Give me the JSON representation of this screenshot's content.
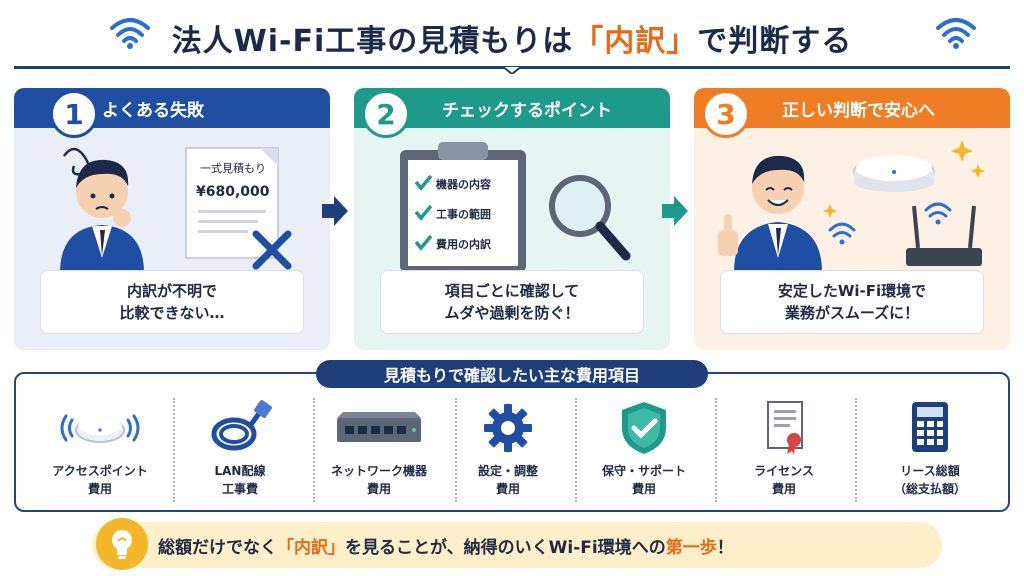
{
  "header": {
    "title_pre": "法人Wi-Fi工事の見積もりは",
    "title_hl": "「内訳」",
    "title_post": "で判断する"
  },
  "steps": [
    {
      "number": "1",
      "heading": "よくある失敗",
      "caption": [
        "内訳が不明で",
        "比較できない…"
      ],
      "color": "#1f4fa3",
      "bg": "#e9eef7"
    },
    {
      "number": "2",
      "heading": "チェックするポイント",
      "caption": [
        "項目ごとに確認して",
        "ムダや過剰を防ぐ！"
      ],
      "color": "#1d9a8c",
      "bg": "#e7f5f2"
    },
    {
      "number": "3",
      "heading": "正しい判断で安心へ",
      "caption": [
        "安定したWi-Fi環境で",
        "業務がスムーズに！"
      ],
      "color": "#ee7d23",
      "bg": "#fdf0e4"
    }
  ],
  "estimate_doc": {
    "title": "一式見積もり",
    "amount": "¥680,000"
  },
  "checklist": [
    "機器の内容",
    "工事の範囲",
    "費用の内訳"
  ],
  "cost_section": {
    "title": "見積もりで確認したい主な費用項目",
    "items": [
      {
        "line1": "アクセスポイント",
        "line2": "費用",
        "icon": "access-point-icon"
      },
      {
        "line1": "LAN配線",
        "line2": "工事費",
        "icon": "lan-cable-icon"
      },
      {
        "line1": "ネットワーク機器",
        "line2": "費用",
        "icon": "network-switch-icon"
      },
      {
        "line1": "設定・調整",
        "line2": "費用",
        "icon": "gear-icon"
      },
      {
        "line1": "保守・サポート",
        "line2": "費用",
        "icon": "shield-check-icon"
      },
      {
        "line1": "ライセンス",
        "line2": "費用",
        "icon": "certificate-icon"
      },
      {
        "line1": "リース総額",
        "line2": "（総支払額）",
        "icon": "calculator-icon"
      }
    ]
  },
  "banner": {
    "pre": "総額だけでなく",
    "hl1": "「内訳」",
    "mid": "を見ることが、納得のいくWi-Fi環境への",
    "hl2": "第一歩",
    "post": "！"
  },
  "colors": {
    "navy": "#1f3f7a",
    "blue": "#1f4fa3",
    "teal": "#1d9a8c",
    "orange": "#ee7d23",
    "accent": "#e86a17",
    "yellow": "#f5b72a"
  }
}
